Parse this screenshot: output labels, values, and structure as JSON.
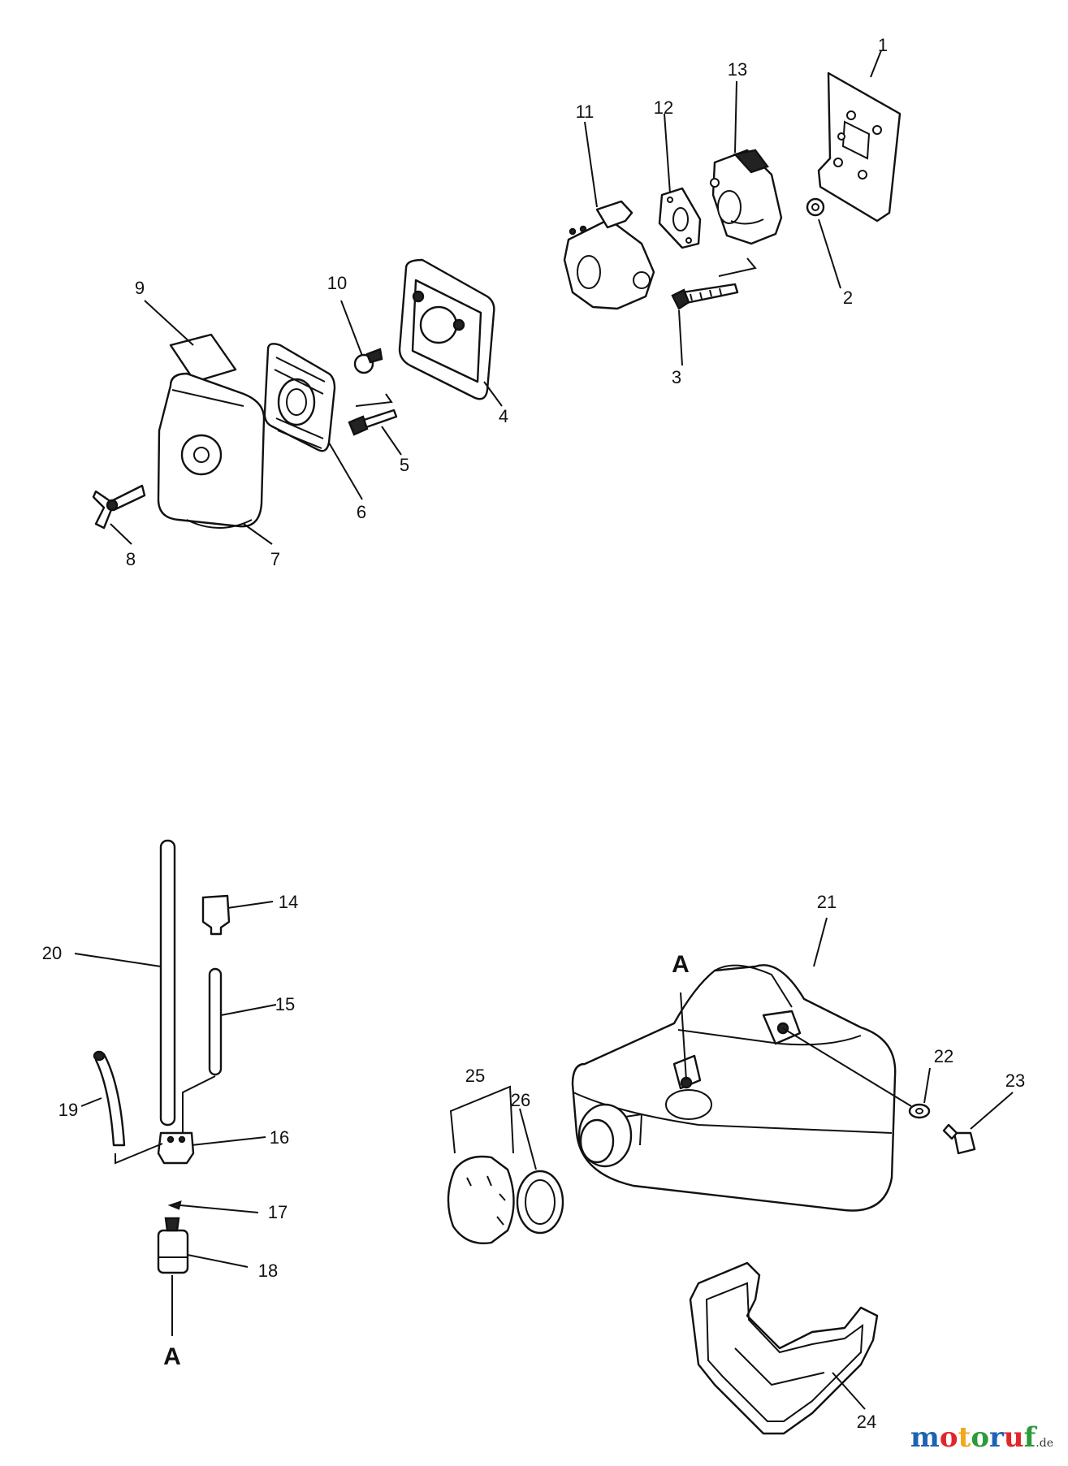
{
  "callouts": [
    "1",
    "2",
    "3",
    "4",
    "5",
    "6",
    "7",
    "8",
    "9",
    "10",
    "11",
    "12",
    "13",
    "14",
    "15",
    "16",
    "17",
    "18",
    "19",
    "20",
    "21",
    "22",
    "23",
    "24",
    "25",
    "26"
  ],
  "ref_marks": [
    "A",
    "A"
  ],
  "watermark": {
    "letters": [
      "m",
      "o",
      "t",
      "o",
      "r",
      "u",
      "f"
    ],
    "suffix": ".de",
    "colors": [
      "#1e63b3",
      "#e0262b",
      "#f2a81d",
      "#2c9a3b",
      "#1e63b3",
      "#e0262b",
      "#2c9a3b"
    ]
  }
}
